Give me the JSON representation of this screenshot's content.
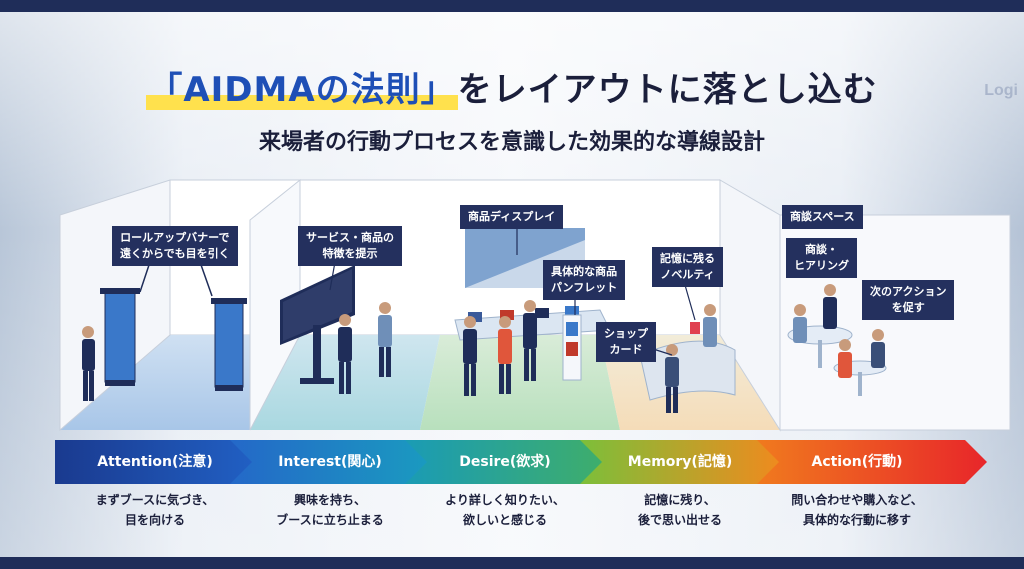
{
  "title": {
    "highlight": "「AIDMAの法則」",
    "rest": "をレイアウトに落とし込む"
  },
  "subtitle": "来場者の行動プロセスを意識した効果的な導線設計",
  "bg_text": "Logi",
  "labels": {
    "rollup": [
      "ロールアップバナーで",
      "遠くからでも目を引く"
    ],
    "service": [
      "サービス・商品の",
      "特徴を提示"
    ],
    "display": "商品ディスプレイ",
    "pamphlet": [
      "具体的な商品",
      "パンフレット"
    ],
    "novelty": [
      "記憶に残る",
      "ノベルティ"
    ],
    "shop_card": [
      "ショップ",
      "カード"
    ],
    "meeting_space": "商談スペース",
    "hearing": [
      "商談・",
      "ヒアリング"
    ],
    "next_action": [
      "次のアクション",
      "を促す"
    ]
  },
  "stages": [
    {
      "label": "Attention(注意)",
      "desc": [
        "まずブースに気づき、",
        "目を向ける"
      ],
      "color_start": "#1a3a8f",
      "color_end": "#2160c4"
    },
    {
      "label": "Interest(関心)",
      "desc": [
        "興味を持ち、",
        "ブースに立ち止まる"
      ],
      "color_start": "#2468c8",
      "color_end": "#1a9bc0"
    },
    {
      "label": "Desire(欲求)",
      "desc": [
        "より詳しく知りたい、",
        "欲しいと感じる"
      ],
      "color_start": "#1a9bb5",
      "color_end": "#3fae6a"
    },
    {
      "label": "Memory(記憶)",
      "desc": [
        "記憶に残り、",
        "後で思い出せる"
      ],
      "color_start": "#7cbf3a",
      "color_end": "#f08a1e"
    },
    {
      "label": "Action(行動)",
      "desc": [
        "問い合わせや購入など、",
        "具体的な行動に移す"
      ],
      "color_start": "#f07a1e",
      "color_end": "#e8262a"
    }
  ],
  "colors": {
    "navy": "#1f2d59",
    "label_bg": "#24305e",
    "highlight": "#ffe14d",
    "title_accent": "#1e4fb6"
  }
}
